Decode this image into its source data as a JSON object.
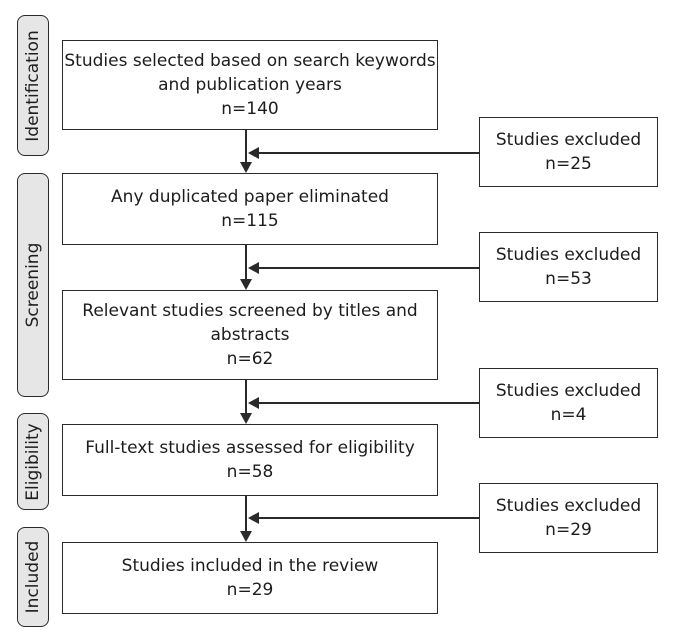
{
  "stages": [
    {
      "label": "Identification"
    },
    {
      "label": "Screening"
    },
    {
      "label": "Eligibility"
    },
    {
      "label": "Included"
    }
  ],
  "main_boxes": [
    {
      "line1": "Studies selected based on search keywords",
      "line2": "and publication years",
      "count": "n=140"
    },
    {
      "line1": "Any duplicated paper eliminated",
      "line2": "",
      "count": "n=115"
    },
    {
      "line1": "Relevant studies screened by titles and",
      "line2": "abstracts",
      "count": "n=62"
    },
    {
      "line1": "Full-text studies assessed for eligibility",
      "line2": "",
      "count": "n=58"
    },
    {
      "line1": "Studies included in the review",
      "line2": "",
      "count": "n=29"
    }
  ],
  "exclusion_boxes": [
    {
      "label": "Studies excluded",
      "count": "n=25"
    },
    {
      "label": "Studies excluded",
      "count": "n=53"
    },
    {
      "label": "Studies excluded",
      "count": "n=4"
    },
    {
      "label": "Studies excluded",
      "count": "n=29"
    }
  ]
}
